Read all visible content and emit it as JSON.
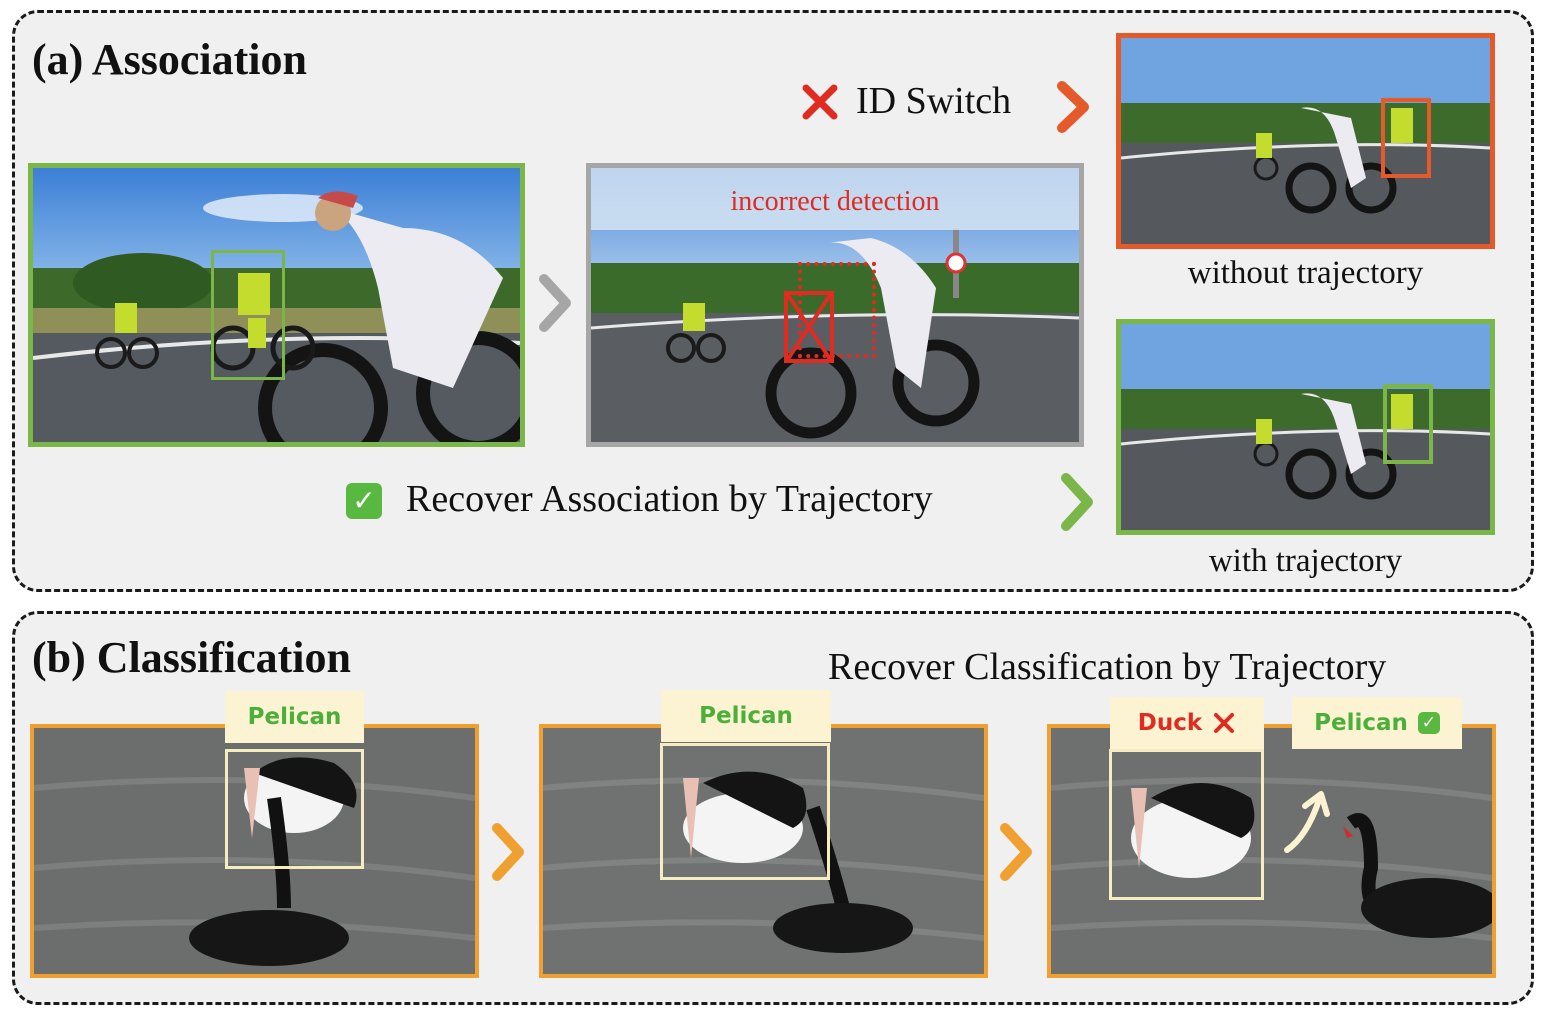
{
  "colors": {
    "green": "#7ab648",
    "orange_red": "#e55a2b",
    "gray": "#a6a6a6",
    "red": "#e02b20",
    "orange": "#f0a030",
    "cream": "#f7ecc0",
    "label_green": "#4caf3a",
    "label_red": "#e02b20"
  },
  "association": {
    "title": "(a) Association",
    "id_switch_label": "ID Switch",
    "incorrect_detection_label": "incorrect detection",
    "recover_label": "Recover Association by Trajectory",
    "without_caption": "without trajectory",
    "with_caption": "with trajectory",
    "icons": [
      "cross-icon",
      "check-icon",
      "chevron-right-icon"
    ]
  },
  "classification": {
    "title": "(b) Classification",
    "recover_label": "Recover Classification by Trajectory",
    "frames": [
      {
        "tag": "Pelican"
      },
      {
        "tag": "Pelican"
      },
      {
        "tag_wrong": "Duck",
        "tag_right": "Pelican"
      }
    ]
  }
}
